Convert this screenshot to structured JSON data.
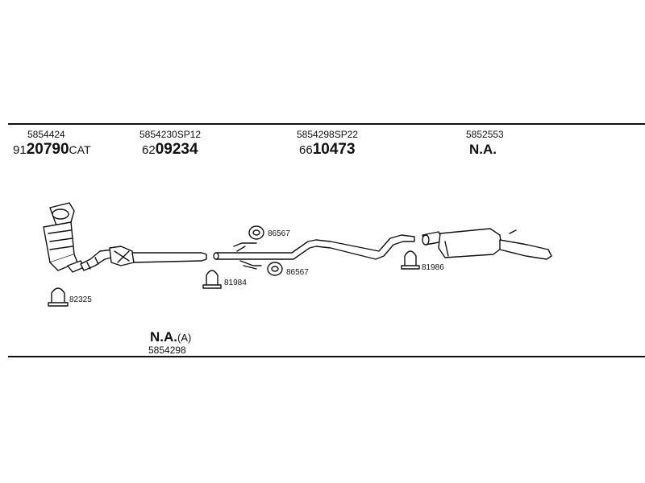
{
  "columns": [
    {
      "ref": "5854424",
      "prefix": "91",
      "main": "20790",
      "suffix": "CAT"
    },
    {
      "ref": "5854230SP12",
      "prefix": "62",
      "main": "09234",
      "suffix": ""
    },
    {
      "ref": "5854298SP22",
      "prefix": "66",
      "main": "10473",
      "suffix": ""
    },
    {
      "ref": "5852553",
      "na": "N.A."
    }
  ],
  "bottom": {
    "na": "N.A.",
    "na_suffix": "(A)",
    "ref": "5854298"
  },
  "clamps": [
    {
      "label": "82325",
      "icon": "u-clamp-icon"
    },
    {
      "label": "81984",
      "icon": "u-clamp-icon"
    },
    {
      "label": "86567",
      "icon": "rubber-mount-icon"
    },
    {
      "label": "86567",
      "icon": "rubber-mount-icon"
    },
    {
      "label": "81986",
      "icon": "u-clamp-icon"
    }
  ]
}
